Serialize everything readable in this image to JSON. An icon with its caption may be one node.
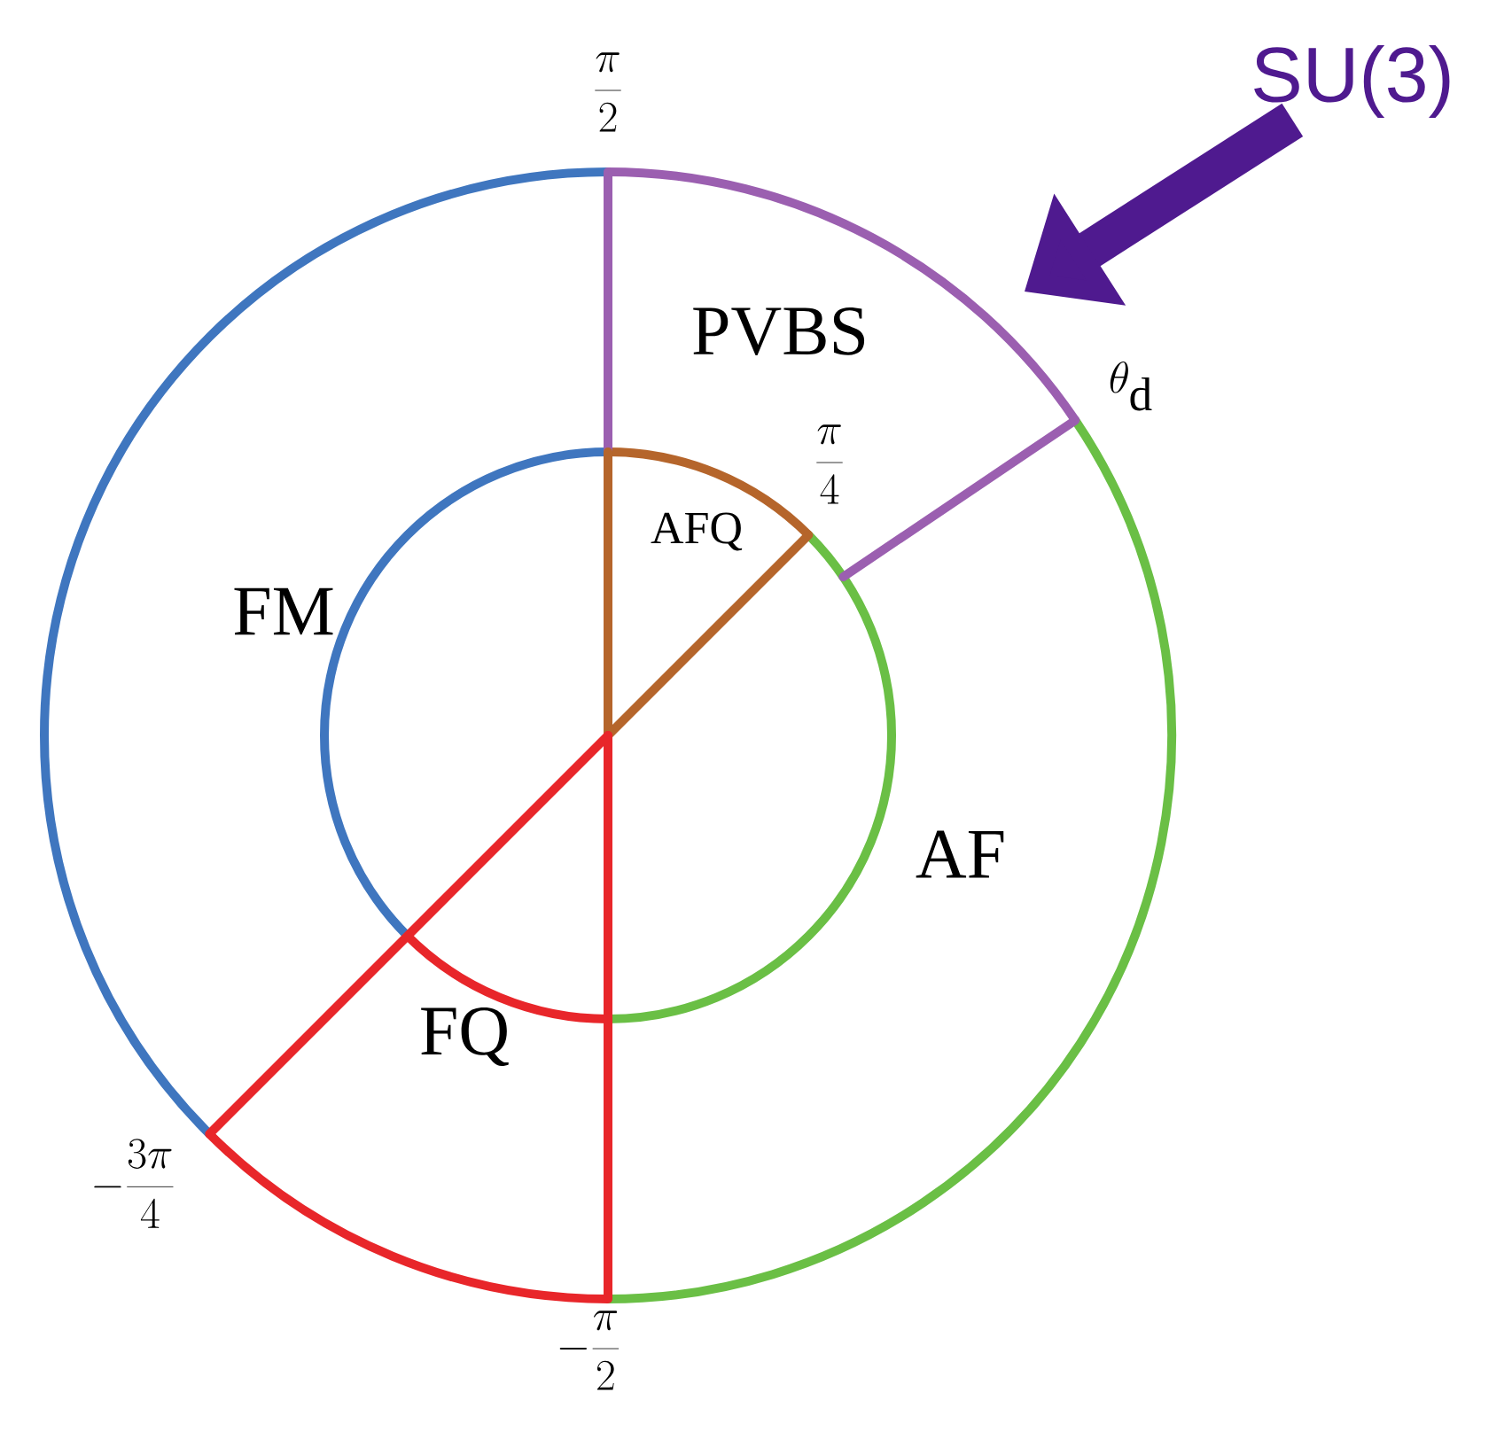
{
  "diagram": {
    "nodes": [
      {
        "text": [
          "SU(3)"
        ]
      },
      {
        "text": [],
        "shape": "arc"
      }
    ],
    "edges": [
      {
        "from": 0,
        "to": 1,
        "arrow": "to"
      }
    ],
    "labels": [
      "\\frac{\\pi}{2}",
      "PVBS",
      "\\theta_{\\mathrm{d}}",
      "\\frac{\\pi}{4}",
      "AFQ",
      "FM",
      "AF",
      "FQ",
      "-\\frac{3\\pi}{4}",
      "-\\frac{\\pi}{2}"
    ]
  }
}
